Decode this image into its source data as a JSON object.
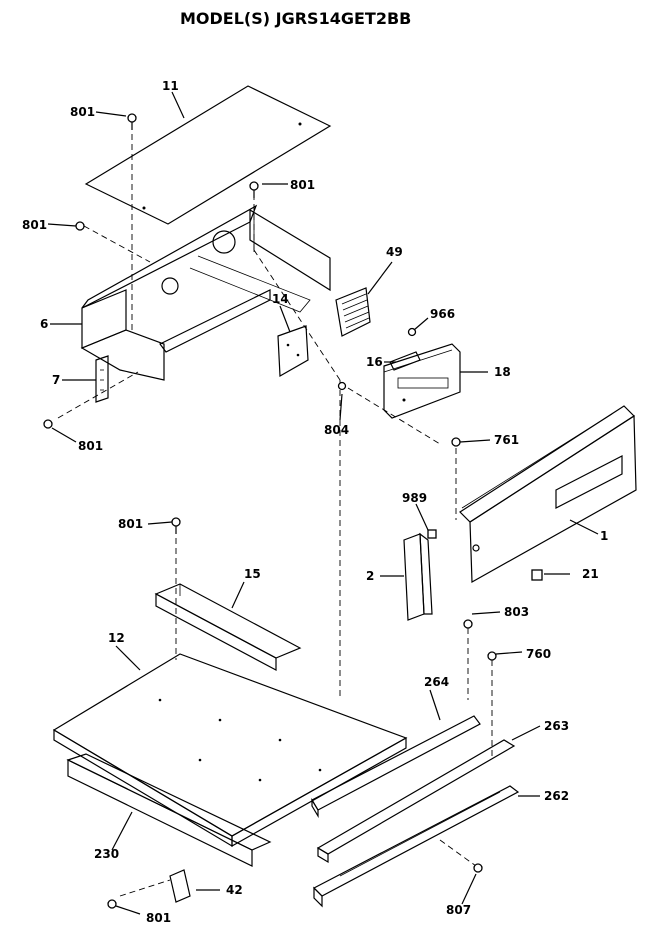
{
  "title": "MODEL(S) JGRS14GET2BB",
  "parts": [
    {
      "id": "p11",
      "label": "11"
    },
    {
      "id": "p801a",
      "label": "801"
    },
    {
      "id": "p801b",
      "label": "801"
    },
    {
      "id": "p801c",
      "label": "801"
    },
    {
      "id": "p6",
      "label": "6"
    },
    {
      "id": "p7",
      "label": "7"
    },
    {
      "id": "p801d",
      "label": "801"
    },
    {
      "id": "p14",
      "label": "14"
    },
    {
      "id": "p49",
      "label": "49"
    },
    {
      "id": "p966",
      "label": "966"
    },
    {
      "id": "p16",
      "label": "16"
    },
    {
      "id": "p18",
      "label": "18"
    },
    {
      "id": "p804",
      "label": "804"
    },
    {
      "id": "p761",
      "label": "761"
    },
    {
      "id": "p989",
      "label": "989"
    },
    {
      "id": "p1",
      "label": "1"
    },
    {
      "id": "p2",
      "label": "2"
    },
    {
      "id": "p21",
      "label": "21"
    },
    {
      "id": "p801e",
      "label": "801"
    },
    {
      "id": "p15",
      "label": "15"
    },
    {
      "id": "p12",
      "label": "12"
    },
    {
      "id": "p803",
      "label": "803"
    },
    {
      "id": "p760",
      "label": "760"
    },
    {
      "id": "p264",
      "label": "264"
    },
    {
      "id": "p263",
      "label": "263"
    },
    {
      "id": "p262",
      "label": "262"
    },
    {
      "id": "p230",
      "label": "230"
    },
    {
      "id": "p42",
      "label": "42"
    },
    {
      "id": "p807",
      "label": "807"
    },
    {
      "id": "p801f",
      "label": "801"
    }
  ]
}
